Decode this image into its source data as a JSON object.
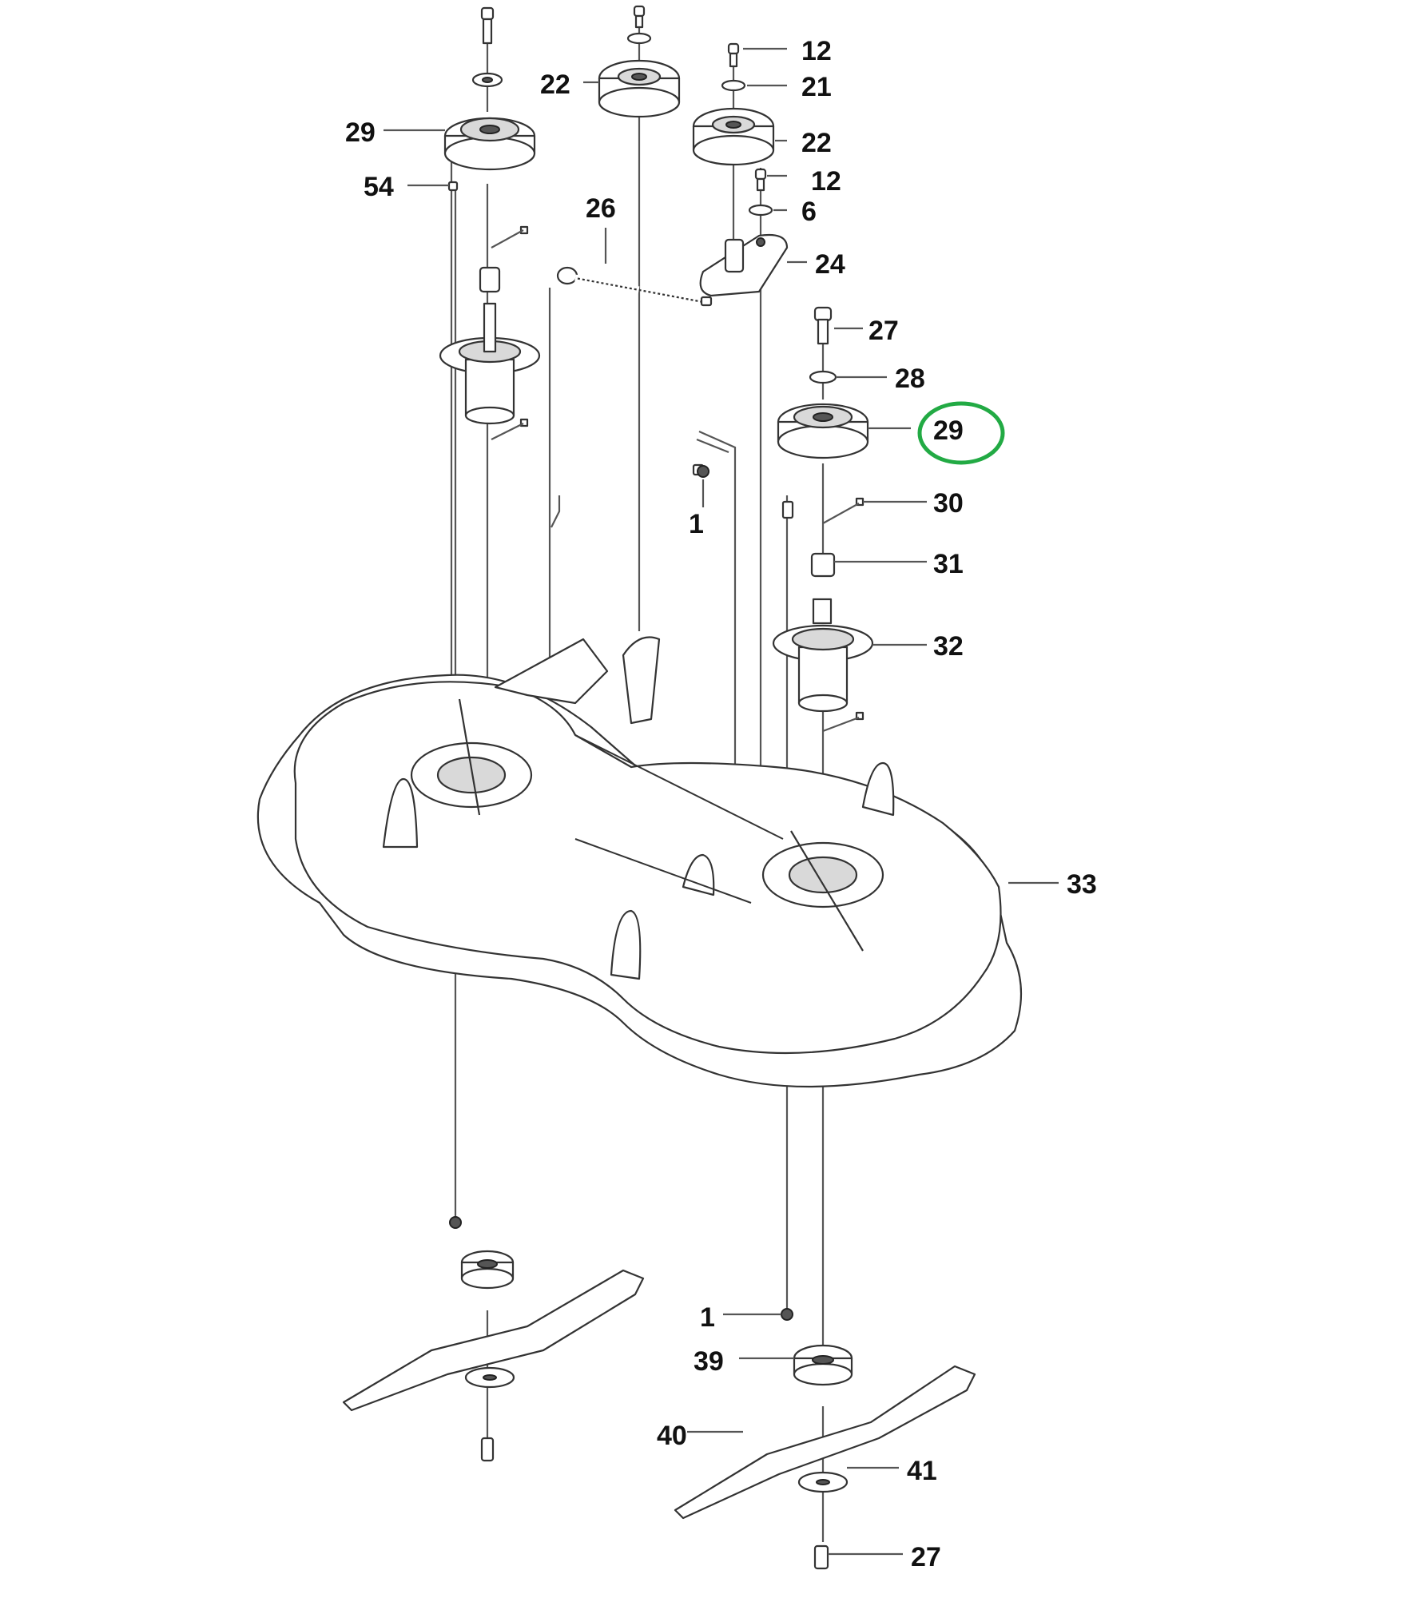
{
  "callouts": [
    "12",
    "21",
    "22",
    "12",
    "6",
    "24",
    "22",
    "29",
    "54",
    "26",
    "27",
    "28",
    "29",
    "30",
    "31",
    "32",
    "1",
    "33",
    "1",
    "39",
    "40",
    "41",
    "27"
  ],
  "highlight": {
    "label": "29",
    "color": "#22aa44"
  }
}
